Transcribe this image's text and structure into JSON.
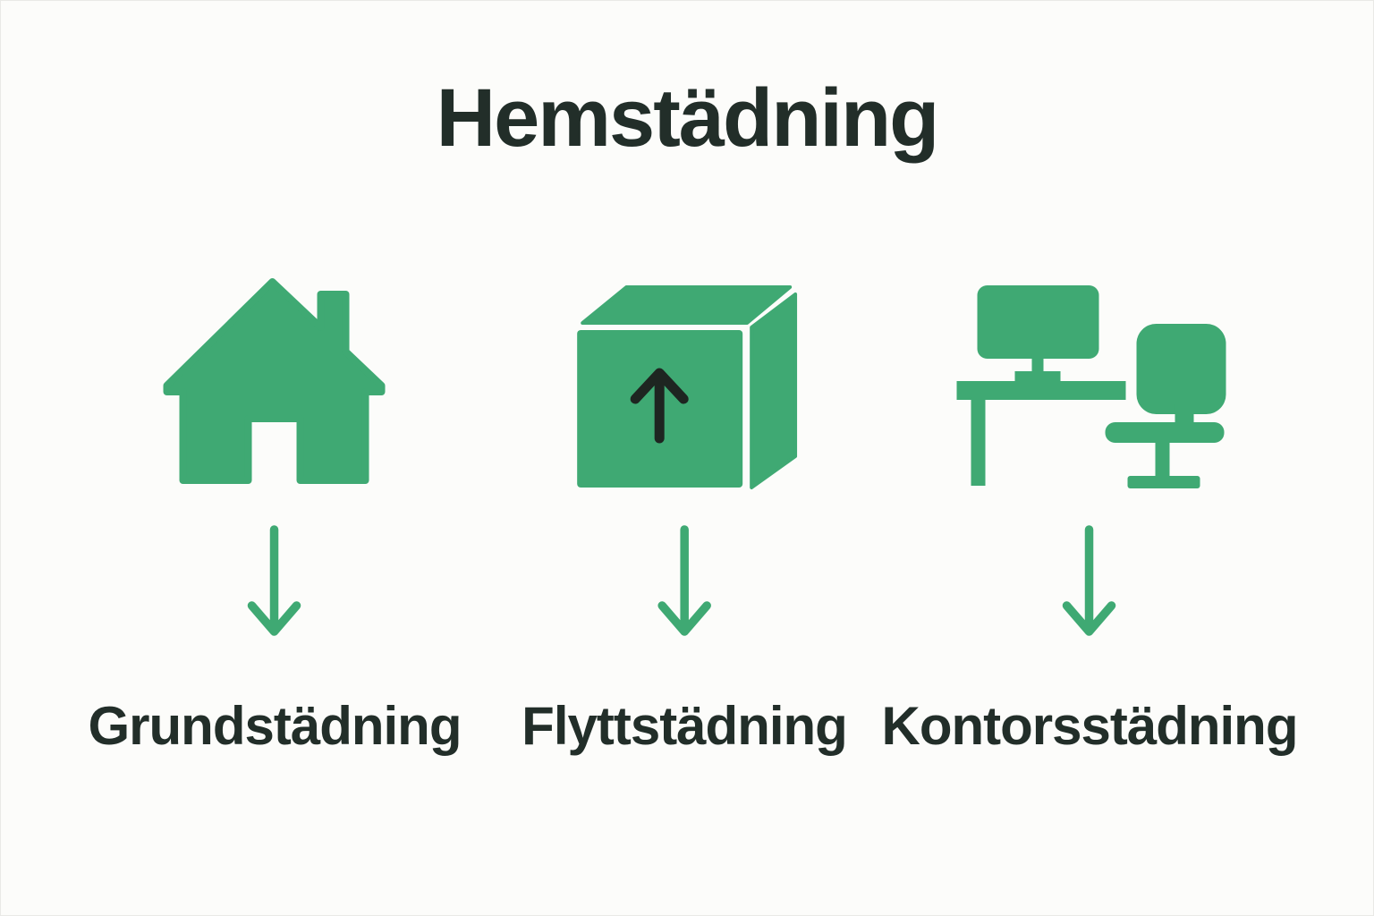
{
  "title": "Hemstädning",
  "services": [
    {
      "label": "Grundstädning",
      "icon": "house-icon"
    },
    {
      "label": "Flyttstädning",
      "icon": "moving-box-icon"
    },
    {
      "label": "Kontorsstädning",
      "icon": "office-desk-icon"
    }
  ],
  "arrow_icon": "down-arrow-icon",
  "colors": {
    "accent_green": "#3FA973",
    "text_dark": "#222E29",
    "box_arrow_dark": "#1E2521",
    "background": "#FCFCFA"
  }
}
